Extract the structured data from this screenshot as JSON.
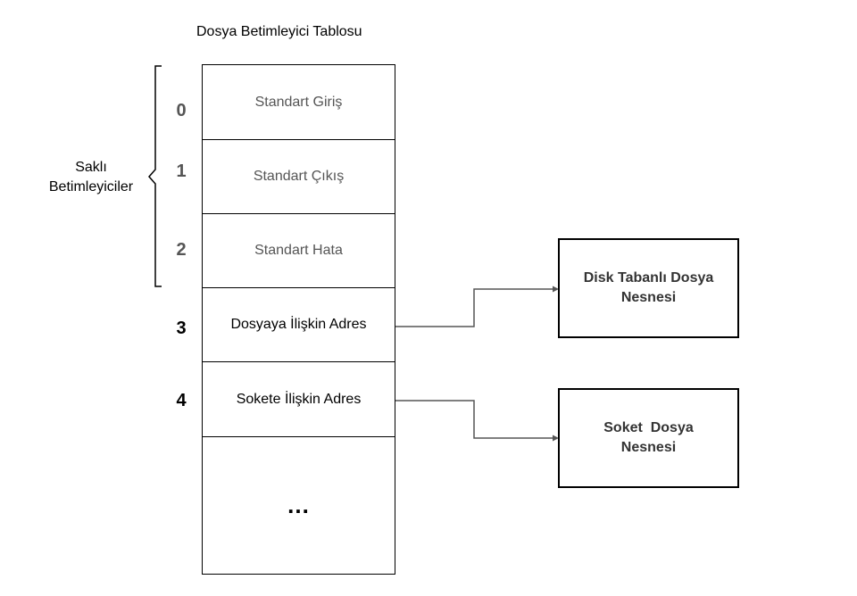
{
  "table": {
    "title": "Dosya Betimleyici Tablosu",
    "rows": [
      {
        "index": "0",
        "label": "Standart Giriş"
      },
      {
        "index": "1",
        "label": "Standart Çıkış"
      },
      {
        "index": "2",
        "label": "Standart Hata"
      },
      {
        "index": "3",
        "label": "Dosyaya İlişkin Adres"
      },
      {
        "index": "4",
        "label": "Sokete İlişkin Adres"
      },
      {
        "index": "",
        "label": "..."
      }
    ]
  },
  "reserved_label": {
    "line1": "Saklı",
    "line2": "Betimleyiciler"
  },
  "objects": [
    {
      "line1": "Disk Tabanlı Dosya",
      "line2": "Nesnesi"
    },
    {
      "line1": "Soket  Dosya",
      "line2": "Nesnesi"
    }
  ],
  "colors": {
    "reserved_text": "#555555",
    "object_text": "#333333",
    "line": "#555555"
  }
}
